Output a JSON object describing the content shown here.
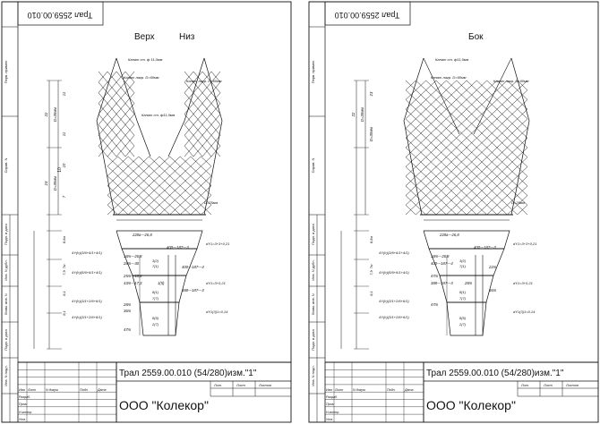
{
  "sheets": [
    {
      "id": "left",
      "code_rotated": "Трал 2559.00.010",
      "view_titles": [
        "Верх",
        "Низ"
      ],
      "side_labels": [
        "Перв. примен.",
        "Справ. N",
        "Подп. и дата",
        "Инв. N дубл.",
        "Взам. инв. N",
        "Подп. и дата",
        "Инв. N подл."
      ],
      "callouts": [
        "Канат ст. ф 11,0мм",
        "Канат лагр. D=60мм",
        "Канат лагр. D=60мм",
        "Канат ст. ф11,0мм"
      ],
      "dim_left": [
        "22",
        "D=35мм",
        "11",
        "11",
        "23",
        "D=35мм",
        "10",
        "7"
      ],
      "sections": [
        "228a—26,8",
        "400—187—3",
        "18m—26,8",
        "28m—30",
        "400—187—4",
        "25m—18,4",
        "43m—17,3",
        "1(5)",
        "388—187—3",
        "28m",
        "36m",
        "47m"
      ],
      "formulas": [
        "4Y(h)(3/6+6/1+4/1)",
        "4Y(h)(5/6+6/1+4/1)",
        "4Y(h)(3/1+2/6+6/1)",
        "4Y(h)(3/1+2/6+6/1)"
      ],
      "ratios": [
        "3(2)",
        "7(1)",
        "8(1)",
        "7(7)",
        "8(5)",
        "2(7)"
      ],
      "right_notes": [
        "dY1=3+3+0,21",
        "dY1=3+0,21",
        "dY1(3)1=0,14",
        "D=25мм"
      ],
      "measures": [
        "8,6м",
        "7м",
        "7,9",
        "8,1",
        "8,1"
      ],
      "green_mark": "10",
      "title_block": {
        "name": "Трал 2559.00.010 (54/280)изм.\"1\"",
        "company": "ООО \"Колекор\"",
        "headers": [
          "Изм",
          "Лист",
          "N докум.",
          "Подп.",
          "Дата"
        ],
        "roles": [
          "Разраб.",
          "Пров.",
          "Н.контр.",
          "Утв."
        ],
        "sheet_headers": [
          "Лит.",
          "Лист",
          "Листов"
        ],
        "left_cells": [
          "Подп. и дата",
          "Инв. N подл."
        ]
      }
    },
    {
      "id": "right",
      "code_rotated": "Трал 2559.00.010",
      "view_titles": [
        "Бок"
      ],
      "side_labels": [
        "Перв. примен.",
        "Справ. N",
        "Подп. и дата",
        "Инв. N дубл.",
        "Взам. инв. N",
        "Подп. и дата",
        "Инв. N подл."
      ],
      "callouts": [
        "Канат ст. ф11,0мм",
        "Канат лагр. D=60мм",
        "Канат лагр. D=60мм"
      ],
      "dim_left": [
        "22",
        "D=35мм",
        "23",
        "D=35мм"
      ],
      "sections": [
        "228a—26,8",
        "400—187—3",
        "18m—26,8",
        "400—187—4",
        "22m",
        "47m",
        "388—187—3",
        "28m",
        "36m",
        "47m"
      ],
      "formulas": [
        "4Y(h)(3/6+6/1+4/1)",
        "4Y(h)(5/6+6/1+4/1)",
        "4Y(h)(3/1+2/6+6/1)",
        "4Y(h)(3/1+2/6+6/1)"
      ],
      "ratios": [
        "3(2)",
        "7(1)",
        "8(1)",
        "7(7)",
        "8(5)",
        "2(7)"
      ],
      "right_notes": [
        "dY1=3+3+0,21",
        "dY1=3+0,21",
        "dY1(3)1=0,14",
        "D=25мм"
      ],
      "measures": [
        "8,6м",
        "7м",
        "7,9",
        "8,1"
      ],
      "title_block": {
        "name": "Трал 2559.00.010 (54/280)изм.\"1\"",
        "company": "ООО \"Колекор\"",
        "headers": [
          "Изм",
          "Лист",
          "N докум.",
          "Подп.",
          "Дата"
        ],
        "roles": [
          "Разраб.",
          "Пров.",
          "Н.контр.",
          "Утв."
        ],
        "sheet_headers": [
          "Лит.",
          "Лист",
          "Листов"
        ],
        "left_cells": [
          "Подп. и дата",
          "Инв. N подл."
        ]
      }
    }
  ]
}
